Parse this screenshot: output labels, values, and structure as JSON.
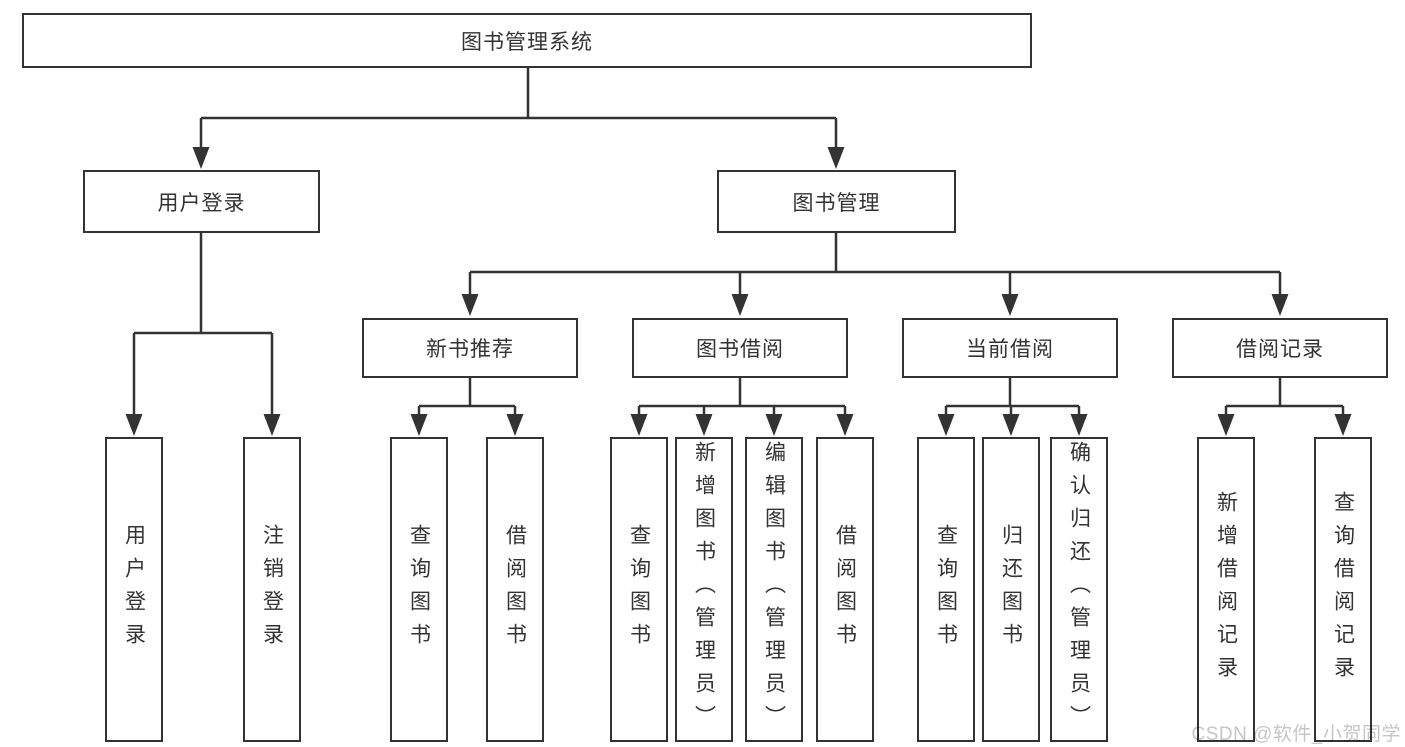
{
  "colors": {
    "background": "#ffffff",
    "line": "#333333",
    "box_border": "#333333",
    "text": "#333333",
    "watermark_text": "#c6c6c6"
  },
  "watermark": {
    "text": "CSDN @软件_小贺同学"
  },
  "tree": {
    "root": {
      "label": "图书管理系统"
    },
    "user_branch": {
      "label": "用户登录",
      "children": [
        "用户登录",
        "注销登录"
      ]
    },
    "book_branch": {
      "label": "图书管理",
      "sections": [
        {
          "label": "新书推荐",
          "children": [
            "查询图书",
            "借阅图书"
          ]
        },
        {
          "label": "图书借阅",
          "children": [
            "查询图书",
            "新增图书（管理员）",
            "编辑图书（管理员）",
            "借阅图书"
          ]
        },
        {
          "label": "当前借阅",
          "children": [
            "查询图书",
            "归还图书",
            "确认归还（管理员）"
          ]
        },
        {
          "label": "借阅记录",
          "children": [
            "新增借阅记录",
            "查询借阅记录"
          ]
        }
      ]
    }
  }
}
